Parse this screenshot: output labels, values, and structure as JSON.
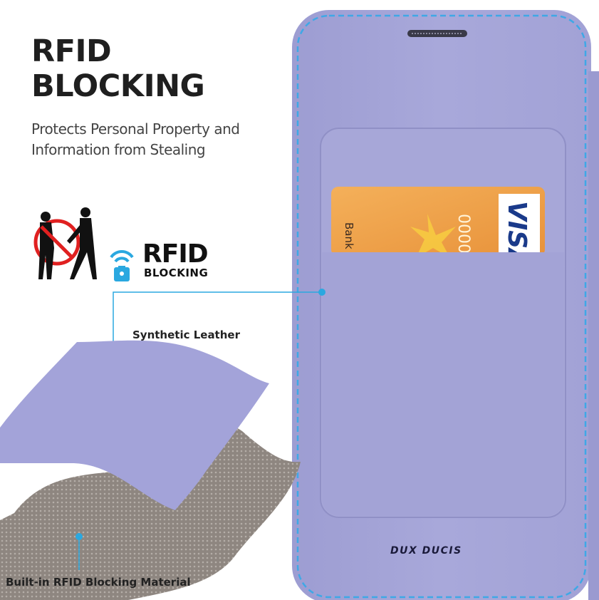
{
  "headline": {
    "line1": "RFID",
    "line2": "BLOCKING"
  },
  "subtitle": {
    "line1": "Protects Personal Property and",
    "line2": "Information from Stealing"
  },
  "badge": {
    "big": "RFID",
    "small": "BLOCKING"
  },
  "labels": {
    "leather": "Synthetic Leather",
    "rfid_material": "Built-in RFID Blocking Material"
  },
  "card": {
    "bank": "Bank",
    "digits": "0000",
    "network": "VISA"
  },
  "brand": "DUX DUCIS",
  "colors": {
    "case": "#a4a4d6",
    "stitch": "#3fa8e6",
    "accent": "#2aa8e0",
    "card": "#f0a850",
    "text": "#1f1f1f"
  },
  "icons": [
    "no-theft-icon",
    "wifi-lock-icon"
  ]
}
